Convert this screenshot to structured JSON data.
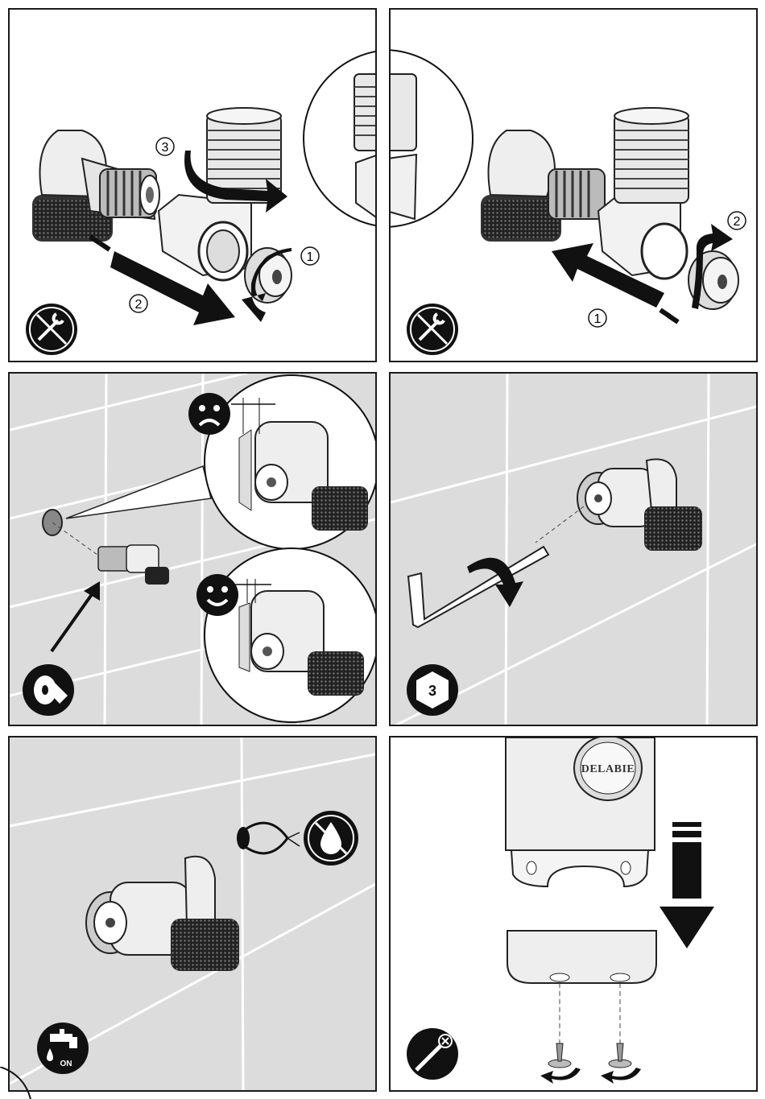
{
  "panel1": {
    "steps": [
      "1",
      "2",
      "3"
    ]
  },
  "panel2": {
    "steps": [
      "1",
      "2"
    ]
  },
  "panel4": {
    "hex_size": "3"
  },
  "panel5": {
    "water_on_label": "ON"
  },
  "panel6": {
    "brand": "DELABIE"
  }
}
